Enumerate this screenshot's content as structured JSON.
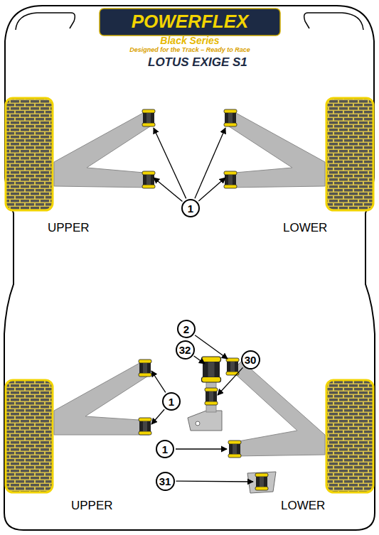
{
  "diagram": {
    "title": "LOTUS EXIGE S1",
    "nodes": [
      {
        "text": [
          "1"
        ]
      },
      {
        "text": [
          "2"
        ]
      },
      {
        "text": [
          "32"
        ]
      },
      {
        "text": [
          "30"
        ]
      },
      {
        "text": [
          "1"
        ]
      },
      {
        "text": [
          "1"
        ]
      },
      {
        "text": [
          "31"
        ]
      }
    ],
    "labels": [
      "POWERFLEX",
      "Black Series",
      "Designed for the Track – Ready to Race",
      "UPPER",
      "LOWER",
      "UPPER",
      "LOWER"
    ]
  }
}
